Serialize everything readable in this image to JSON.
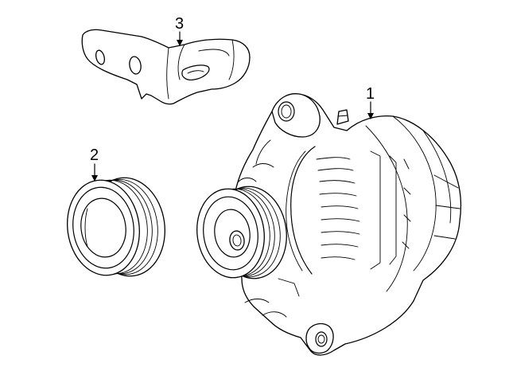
{
  "diagram": {
    "parts": [
      {
        "id": "1",
        "callout": "1",
        "icon": "alternator-icon"
      },
      {
        "id": "2",
        "callout": "2",
        "icon": "pulley-icon"
      },
      {
        "id": "3",
        "callout": "3",
        "icon": "bracket-icon"
      }
    ]
  }
}
